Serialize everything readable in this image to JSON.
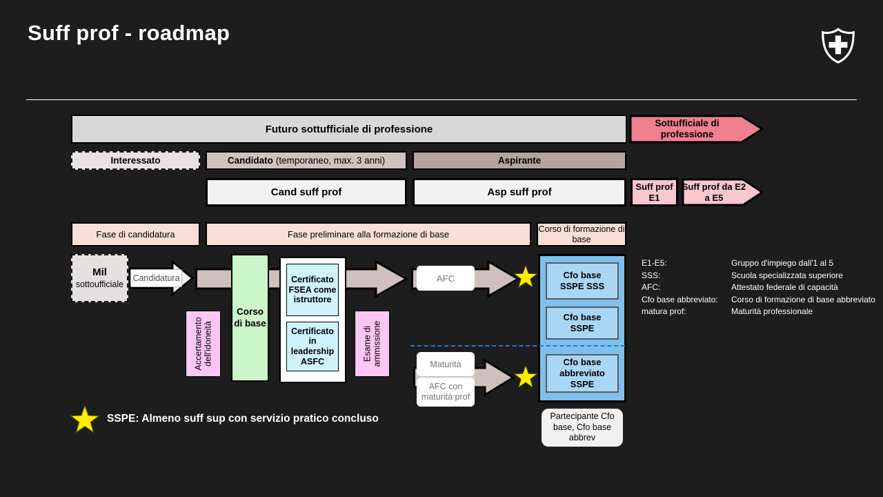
{
  "slide": {
    "title": "Suff prof - roadmap"
  },
  "colors": {
    "background": "#1e1d1d",
    "futuro_bar": "#d8d8d8",
    "interessato_fill": "#e8e3e2",
    "candidato_fill": "#cfc2c1",
    "aspirante_fill": "#b4a3a2",
    "white_box_fill": "#f2f2f2",
    "red_arrow": "#f07f8f",
    "pink_arrow": "#f8c7d0",
    "phase_fill": "#f8ded6",
    "flow_arrow": "#cfc0bd",
    "green_box": "#caf6ca",
    "cyan_box": "#cff2fb",
    "magenta_box": "#fcc7f4",
    "blue_container": "#7cc0ef",
    "blue_inner_box": "#a9d6f5",
    "dashed_line": "#2777c4",
    "star": "#ffee00"
  },
  "bars": {
    "futuro": "Futuro sottufficiale di professione",
    "sottufficiale_arrow": "Sottufficiale di professione",
    "interessato": "Interessato",
    "candidato_bold": "Candidato",
    "candidato_note": "(temporaneo, max. 3 anni)",
    "aspirante": "Aspirante",
    "cand_suff_prof": "Cand suff prof",
    "asp_suff_prof": "Asp suff prof",
    "suff_prof_e1": "Suff prof E1",
    "suff_prof_e2e5": "Suff prof da E2 a E5"
  },
  "phases": {
    "candidatura": "Fase di candidatura",
    "preliminare": "Fase preliminare alla formazione di base",
    "formazione_base": "Corso di formazione di base"
  },
  "flow": {
    "mil_line1": "Mil",
    "mil_line2": "sottoufficiale",
    "candidatura_label": "Candidatura",
    "accertamento": "Accertamento dell'idoneità",
    "corso_di_base": "Corso di base",
    "cert_fsea": "Certificato FSEA come istruttore",
    "cert_leadership": "Certificato in leadership ASFC",
    "esame_ammissione": "Esame di ammissione",
    "afc": "AFC",
    "maturita": "Maturità",
    "afc_maturita": "AFC con maturità prof",
    "cfo_base_sspe_sss": "Cfo base SSPE SSS",
    "cfo_base_sspe": "Cfo base SSPE",
    "cfo_base_abbreviato": "Cfo base abbreviato SSPE",
    "partecipante": "Partecipante Cfo base, Cfo base abbrev"
  },
  "legend": {
    "rows": [
      {
        "term": "E1-E5:",
        "def": "Gruppo d'impiego dall'1 al 5"
      },
      {
        "term": "SSS:",
        "def": "Scuola specializzata superiore"
      },
      {
        "term": "AFC:",
        "def": "Attestato federale di capacità"
      },
      {
        "term": "Cfo base abbreviato:",
        "def": "Corso di formazione di base abbreviato"
      },
      {
        "term": "matura prof:",
        "def": "Maturità professionale"
      }
    ]
  },
  "footnote": {
    "text": "SSPE: Almeno suff sup con servizio pratico concluso"
  }
}
